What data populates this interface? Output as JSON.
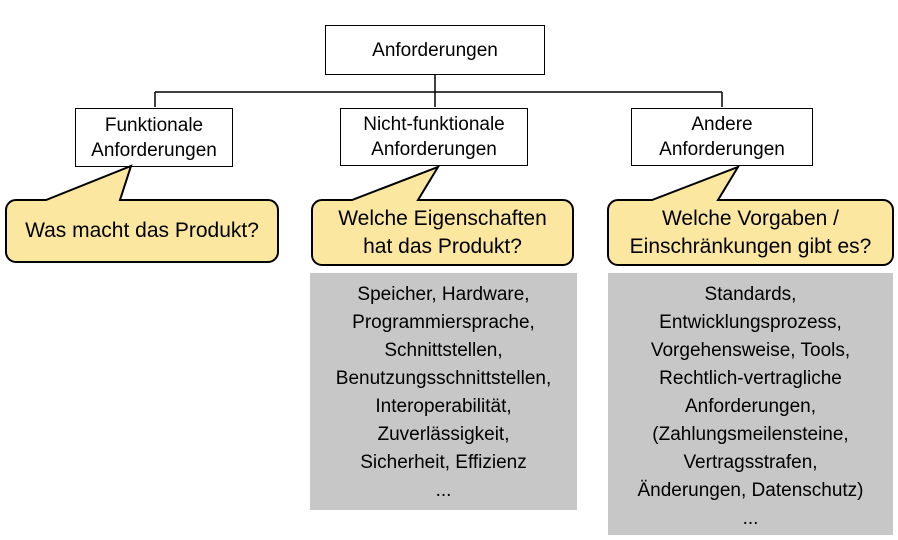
{
  "diagram": {
    "root": {
      "label": "Anforderungen"
    },
    "nodes": [
      {
        "lines": [
          "Funktionale",
          "Anforderungen"
        ]
      },
      {
        "lines": [
          "Nicht-funktionale",
          "Anforderungen"
        ]
      },
      {
        "lines": [
          "Andere",
          "Anforderungen"
        ]
      }
    ],
    "callouts": [
      {
        "lines": [
          "Was macht das Produkt?"
        ]
      },
      {
        "lines": [
          "Welche Eigenschaften",
          "hat das Produkt?"
        ]
      },
      {
        "lines": [
          "Welche Vorgaben /",
          "Einschränkungen gibt es?"
        ]
      }
    ],
    "detail_boxes": [
      {
        "lines": [
          "Speicher, Hardware,",
          "Programmiersprache,",
          "Schnittstellen,",
          "Benutzungsschnittstellen,",
          "Interoperabilität,",
          "Zuverlässigkeit,",
          "Sicherheit, Effizienz",
          "..."
        ]
      },
      {
        "lines": [
          "Standards,",
          "Entwicklungsprozess,",
          "Vorgehensweise, Tools,",
          "Rechtlich-vertragliche",
          "Anforderungen,",
          "(Zahlungsmeilensteine,",
          "Vertragsstrafen,",
          "Änderungen, Datenschutz)",
          "..."
        ]
      }
    ],
    "colors": {
      "callout_fill": "#FBE79F",
      "detail_fill": "#C7C7C7",
      "node_fill": "#FFFFFF",
      "border": "#000000",
      "background": "#FFFFFF"
    }
  }
}
